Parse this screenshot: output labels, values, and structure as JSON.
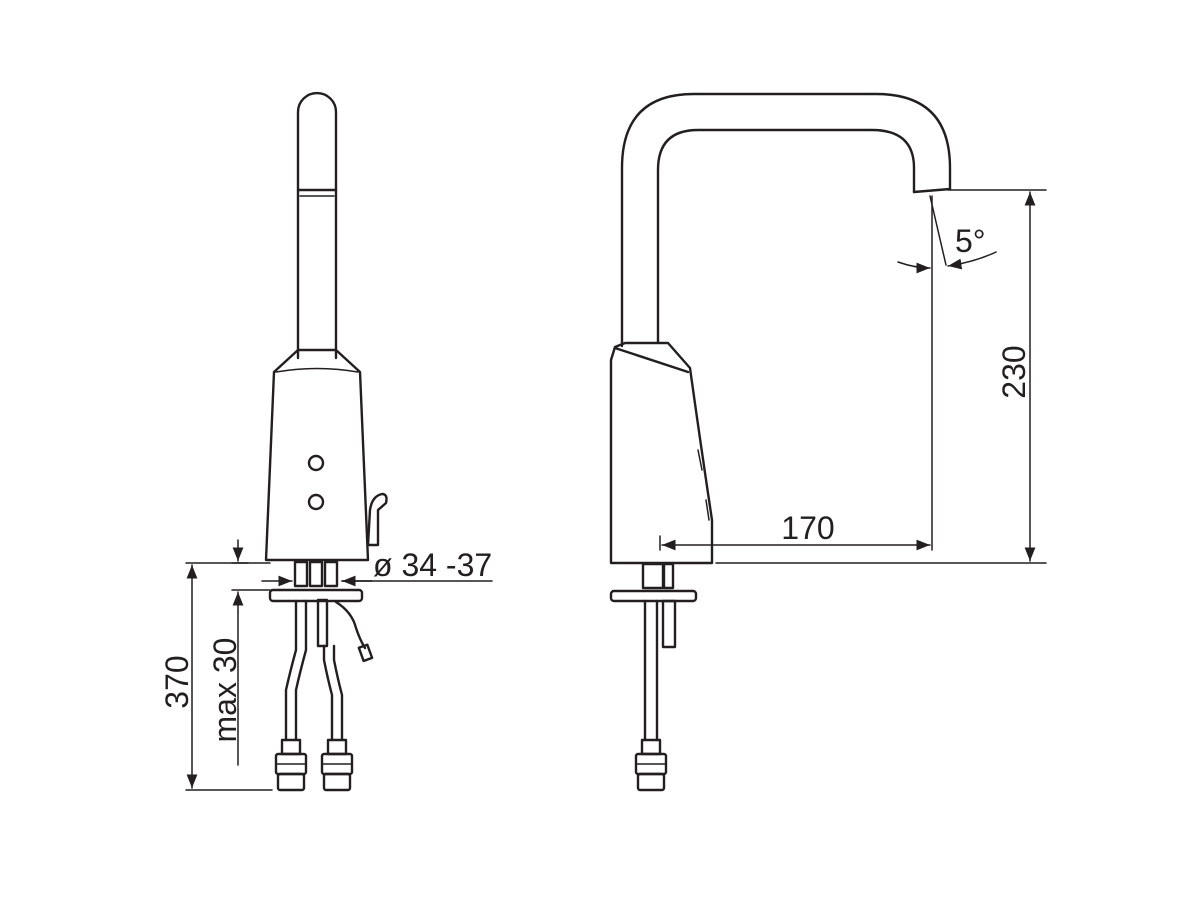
{
  "dimensions": {
    "sensor_diameter": "ø 34 -37",
    "total_height": "370",
    "max_deck_thickness": "max 30",
    "spout_height": "230",
    "spout_reach": "170",
    "spout_angle": "5°"
  }
}
